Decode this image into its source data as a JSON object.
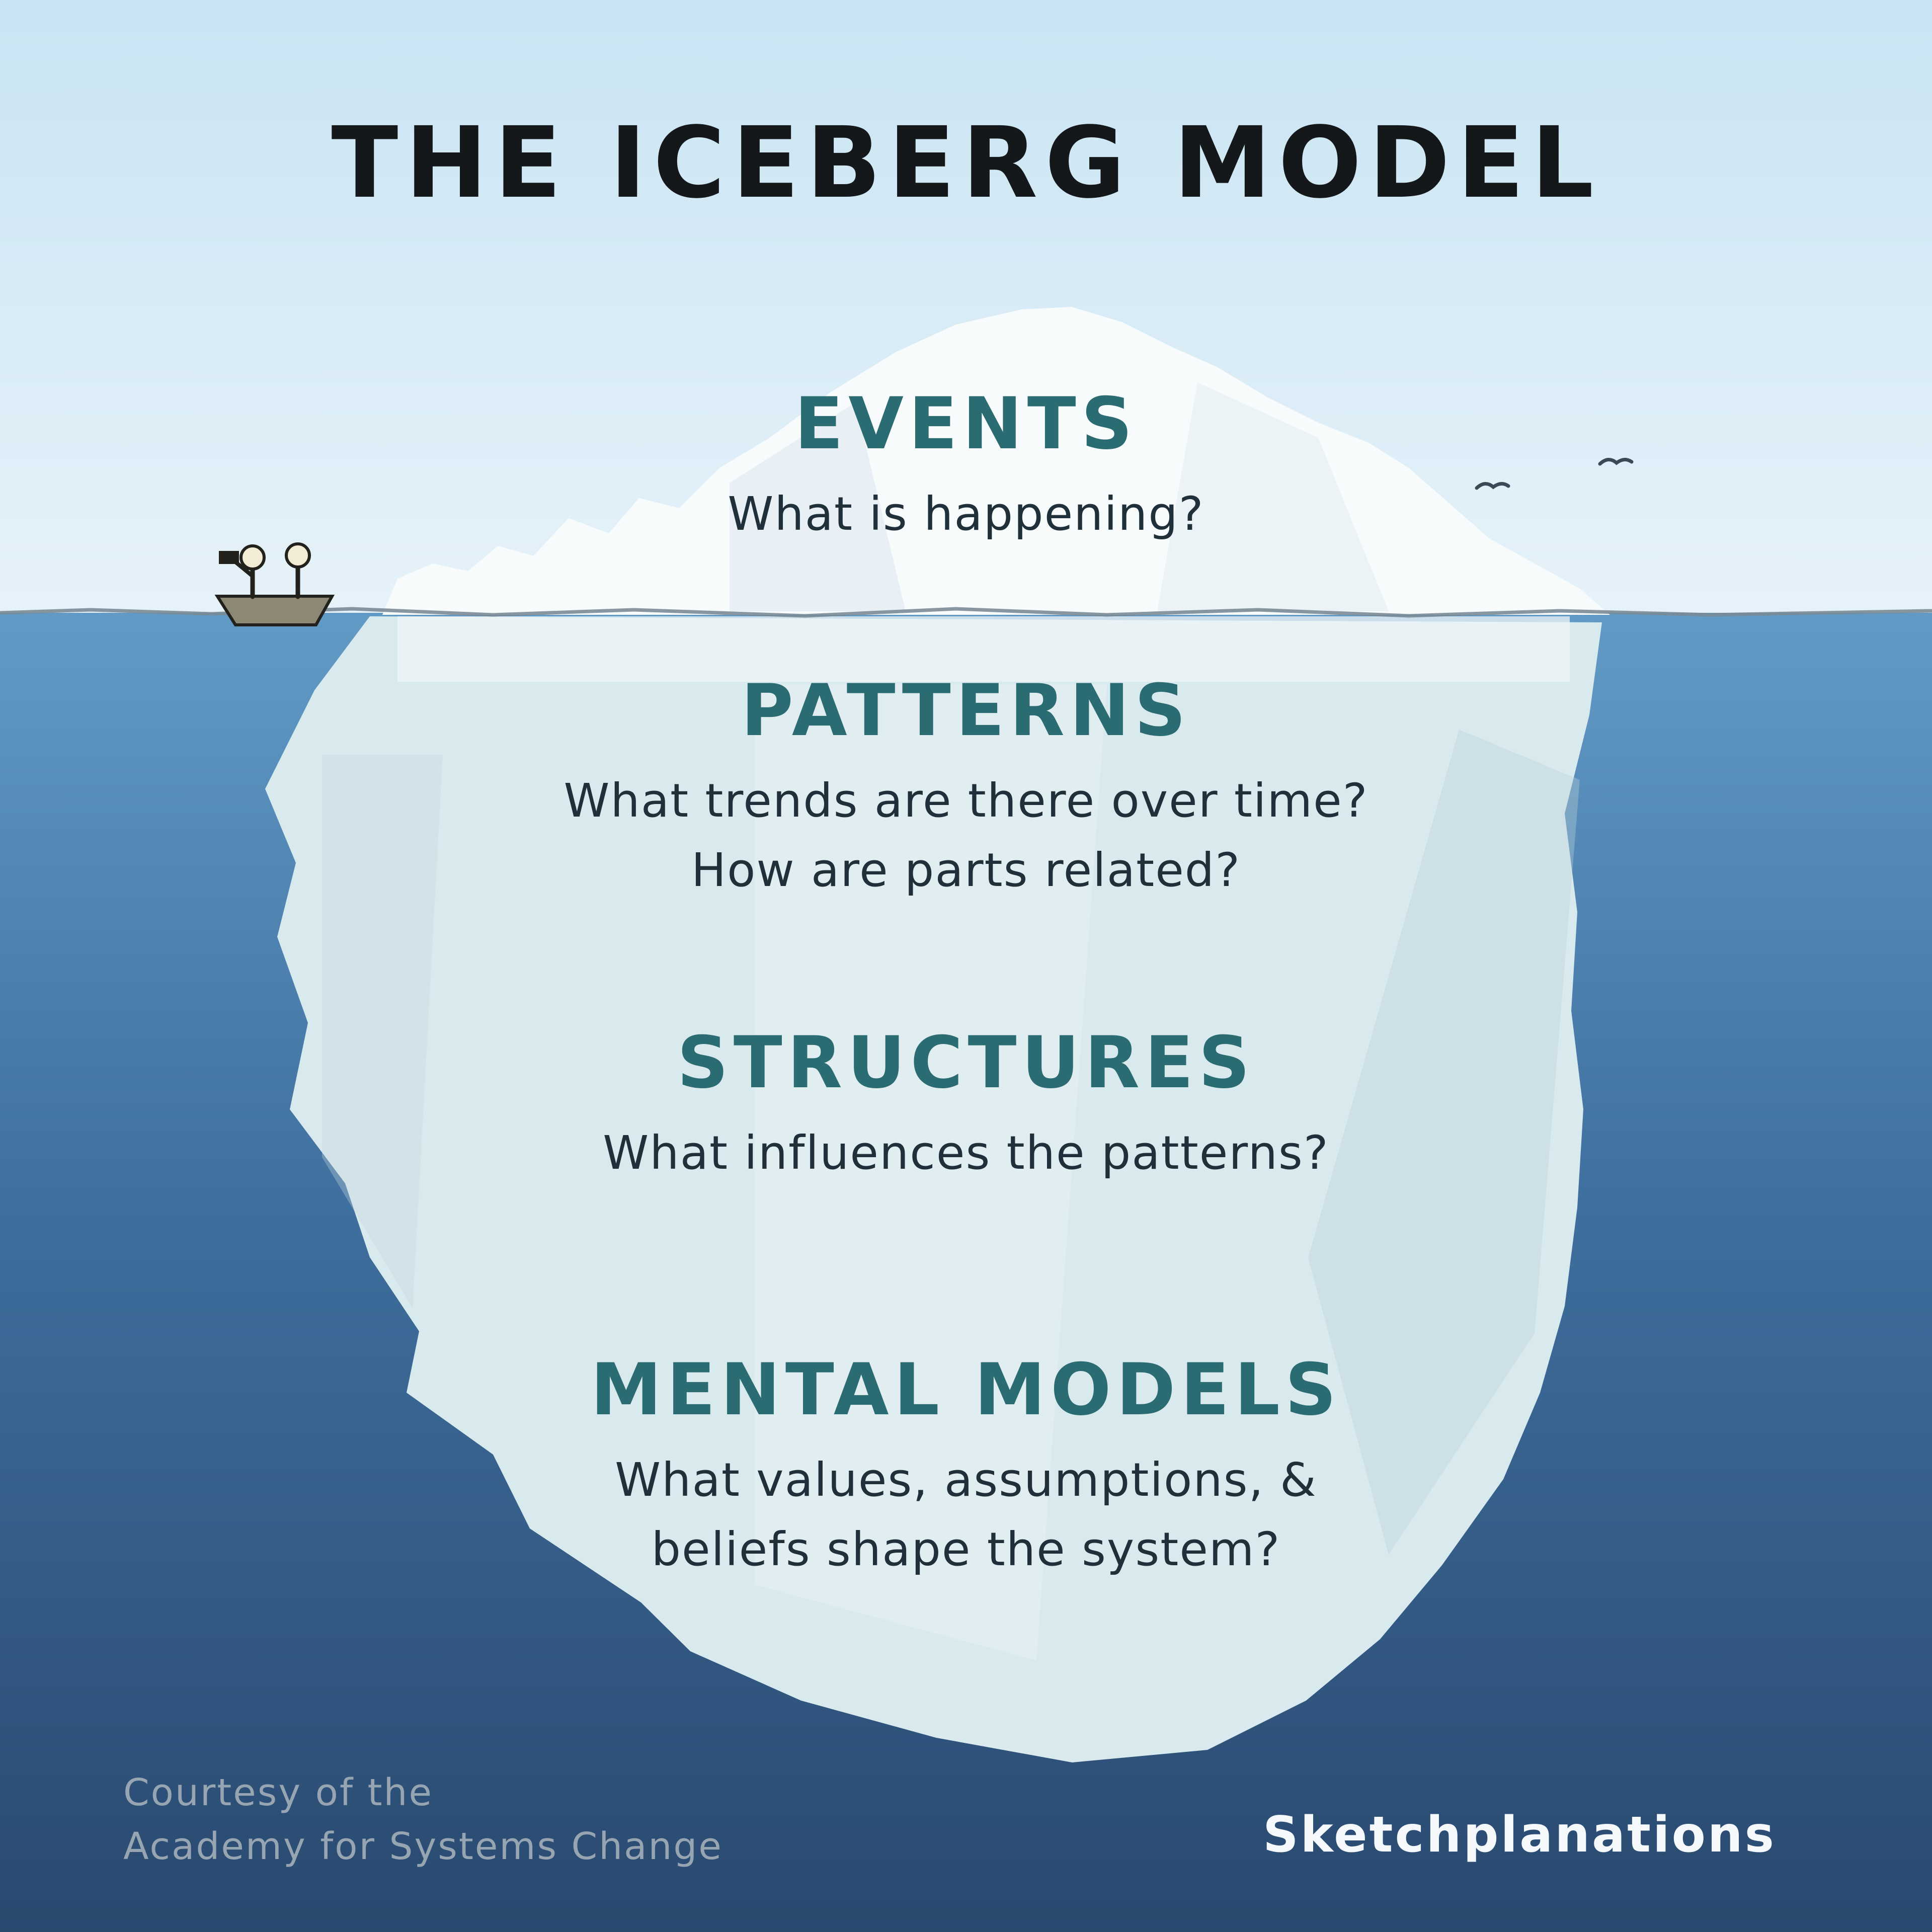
{
  "title": "THE ICEBERG MODEL",
  "sections": [
    {
      "heading": "EVENTS",
      "questions": [
        "What is happening?"
      ]
    },
    {
      "heading": "PATTERNS",
      "questions": [
        "What trends are there over time?",
        "How are parts related?"
      ]
    },
    {
      "heading": "STRUCTURES",
      "questions": [
        "What influences the patterns?"
      ]
    },
    {
      "heading": "MENTAL MODELS",
      "questions": [
        "What values, assumptions, &",
        "beliefs shape the system?"
      ]
    }
  ],
  "credit": {
    "line1": "Courtesy of the",
    "line2": "Academy for Systems Change"
  },
  "brand": "Sketchplanations",
  "icons": {
    "boat": "rowboat-with-two-observers-icon",
    "birds": "distant-birds-icon"
  },
  "colors": {
    "heading_teal": "#2b6b72",
    "sky_top": "#c9e4f3",
    "sky_horizon": "#e6f2f9",
    "water_top": "#629ac6",
    "water_bottom": "#29496f",
    "iceberg_above": "#f7fbfc",
    "iceberg_below": "#d9eaee",
    "waterline_gray": "#7a8b96",
    "credit_gray": "#97a4b1",
    "brand_white": "#f6f9fb"
  }
}
